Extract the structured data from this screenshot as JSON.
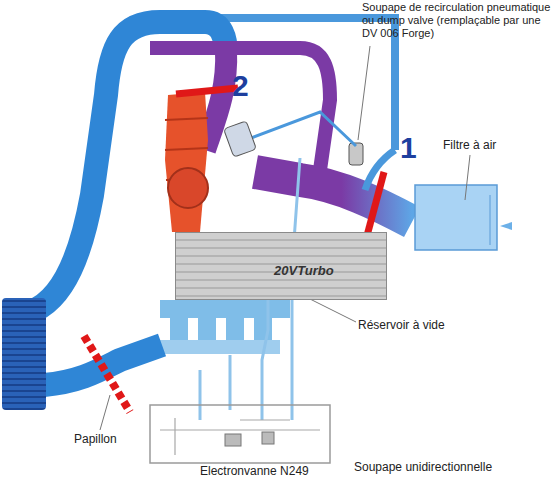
{
  "diagram": {
    "nodes": [
      {
        "text": [
          "20VTurbo"
        ]
      }
    ],
    "labels": [
      "Soupape de recirculation pneumatique ou dump valve (remplaçable par une DV 006 Forge)",
      "2",
      "1",
      "Filtre à air",
      "Réservoir à vide",
      "Papillon",
      "Electronvanne N249",
      "Soupape unidirectionnelle"
    ]
  }
}
